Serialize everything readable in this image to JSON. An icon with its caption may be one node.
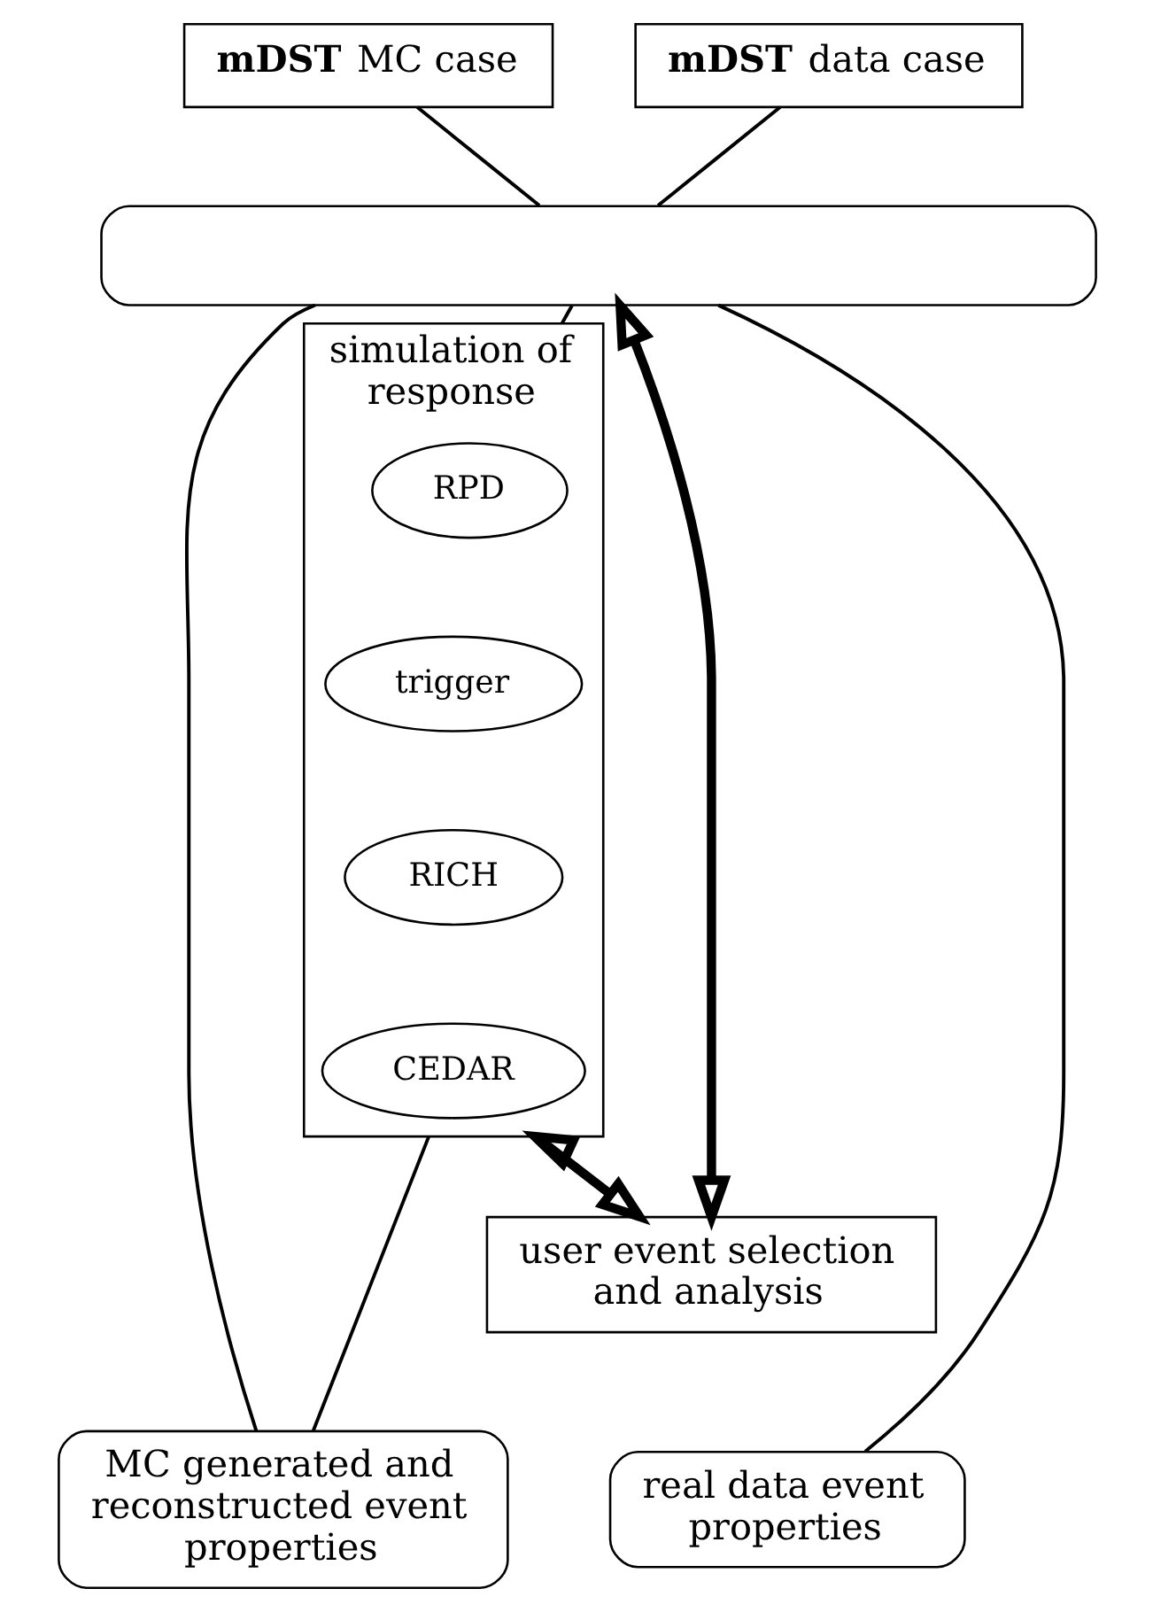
{
  "diagram": {
    "nodes": [
      {
        "text": [
          "**mDST** MC case"
        ]
      },
      {
        "text": [
          "**mDST** data case"
        ]
      },
      {
        "text": [],
        "shape": "box"
      },
      {
        "text": [
          "simulation of",
          "response"
        ]
      },
      {
        "text": [
          "RPD"
        ],
        "in": 3
      },
      {
        "text": [
          "trigger"
        ],
        "in": 3
      },
      {
        "text": [
          "RICH"
        ],
        "in": 3
      },
      {
        "text": [
          "CEDAR"
        ],
        "in": 3
      },
      {
        "text": [
          "user event selection and analysis"
        ]
      },
      {
        "text": [
          "MC generated and reconstructed event properties"
        ]
      },
      {
        "text": [
          "real data event properties"
        ]
      }
    ],
    "edges": [
      {
        "from": 0,
        "to": 2,
        "arrow": "none"
      },
      {
        "from": 1,
        "to": 2,
        "arrow": "none"
      },
      {
        "from": 2,
        "to": 3,
        "arrow": "none"
      },
      {
        "from": 2,
        "to": 8,
        "arrow": "both",
        "style": "thick"
      },
      {
        "from": 3,
        "to": 8,
        "arrow": "both",
        "style": "thick"
      },
      {
        "from": 2,
        "to": 9,
        "arrow": "none"
      },
      {
        "from": 3,
        "to": 9,
        "arrow": "none"
      },
      {
        "from": 2,
        "to": 10,
        "arrow": "none"
      }
    ]
  }
}
